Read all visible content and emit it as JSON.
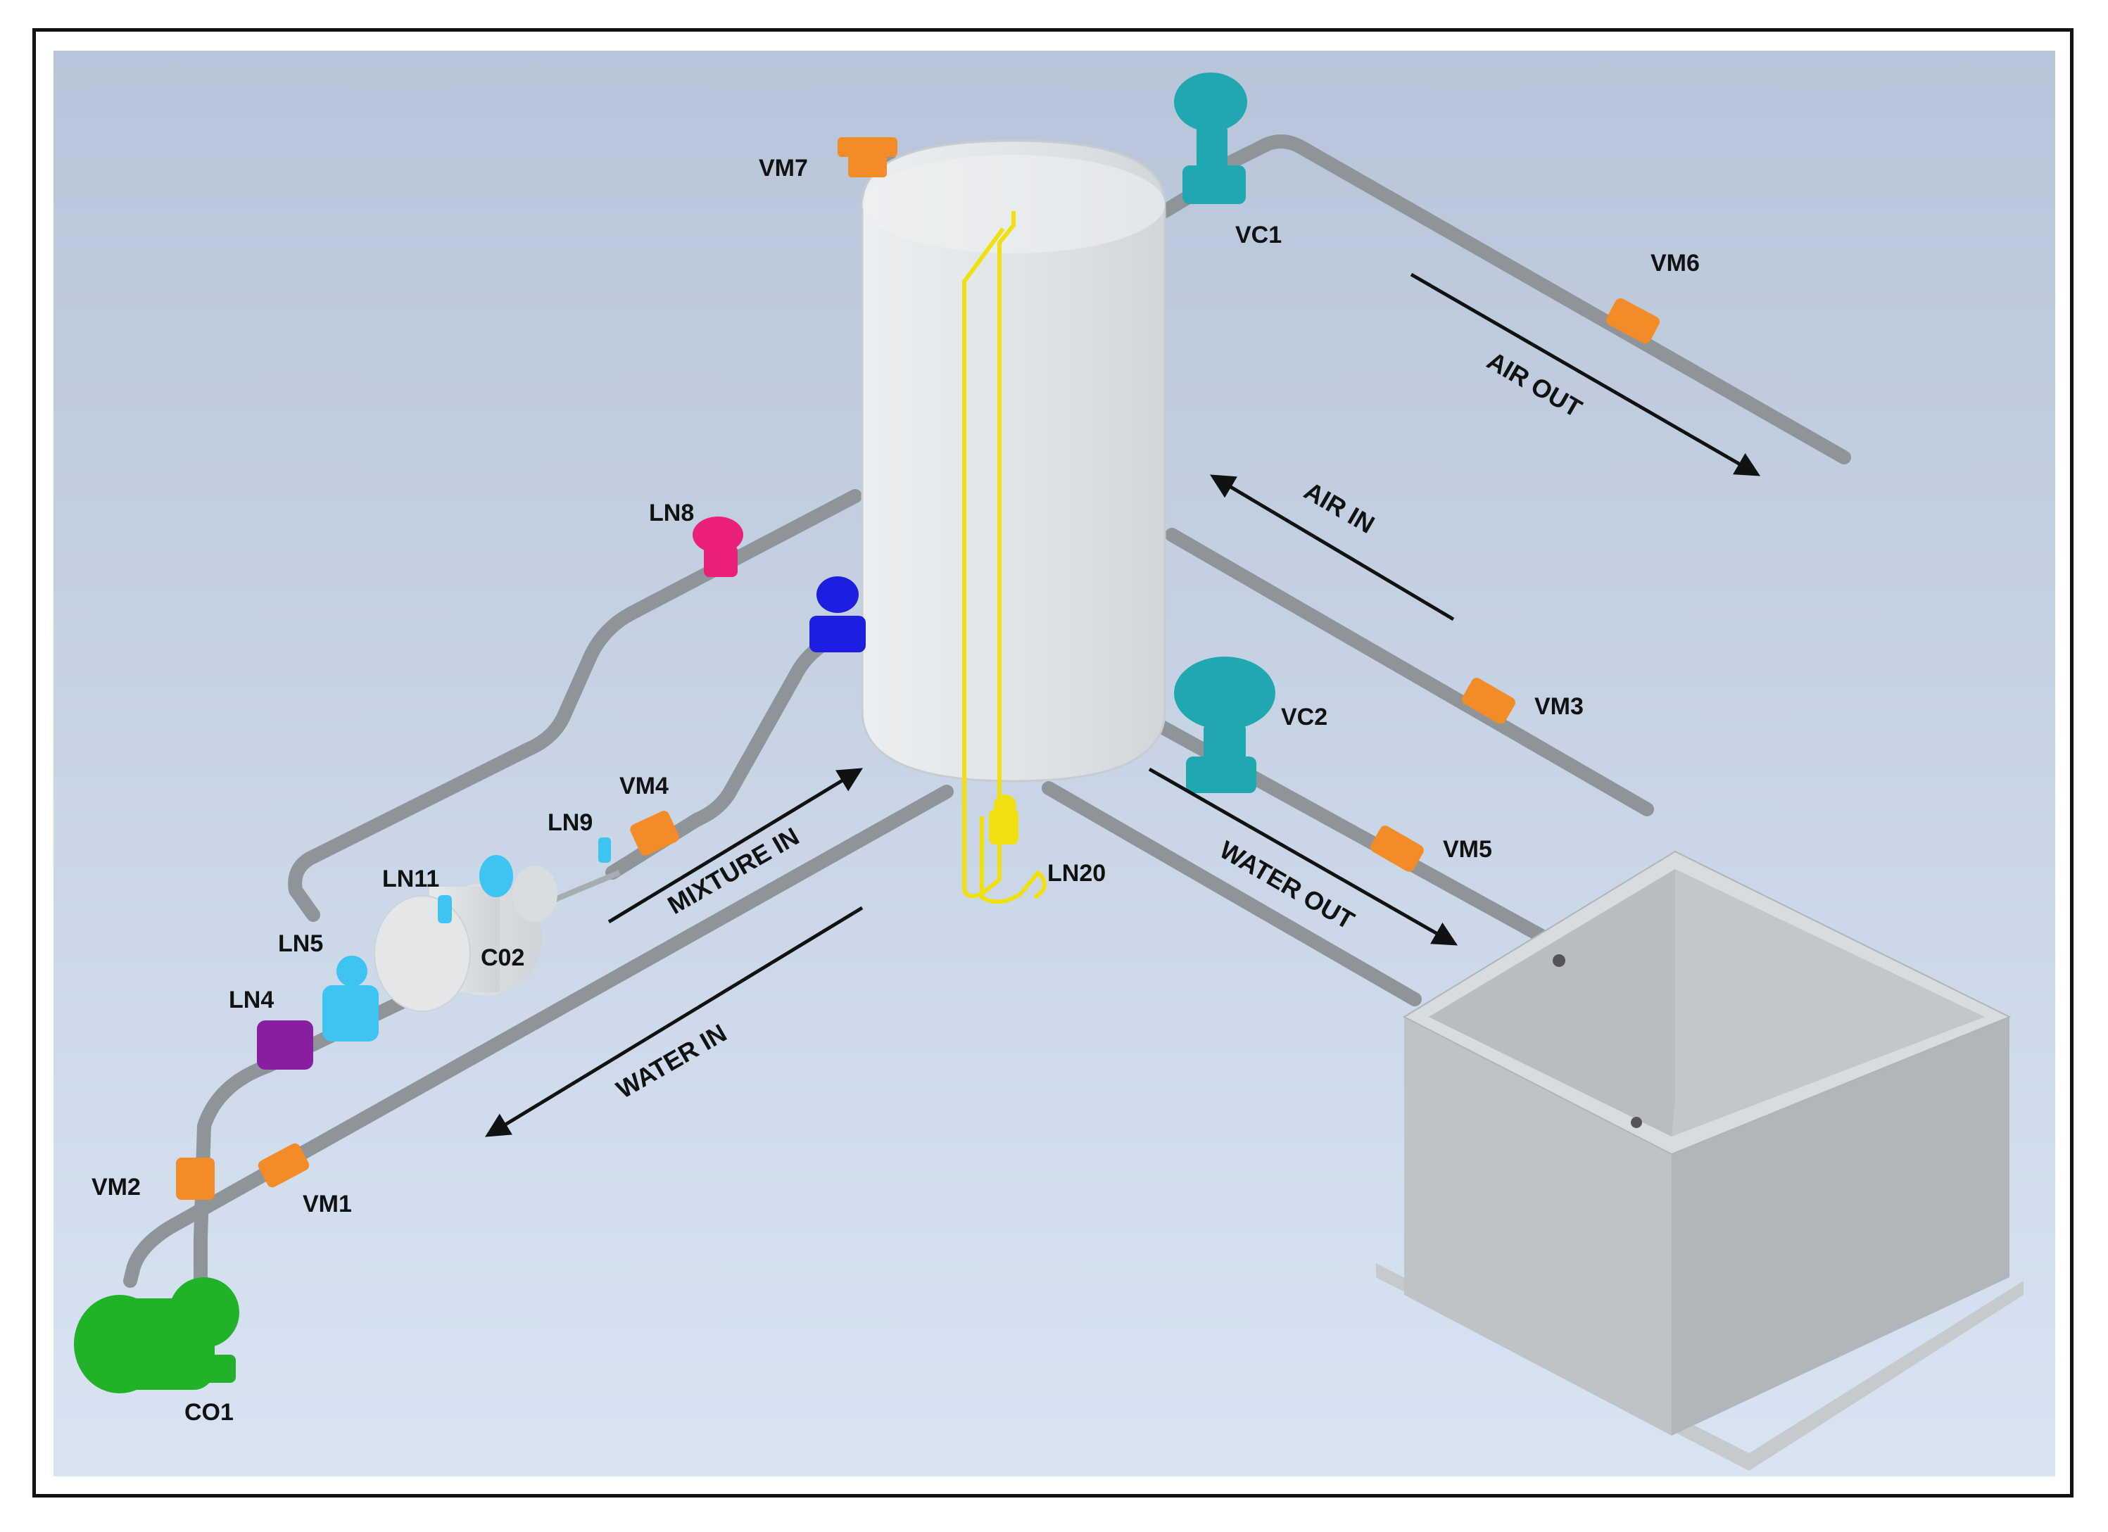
{
  "diagram": {
    "labels": {
      "vm7": "VM7",
      "vc1": "VC1",
      "vm6": "VM6",
      "ln8": "LN8",
      "vm3": "VM3",
      "vc2": "VC2",
      "vm5": "VM5",
      "vm4": "VM4",
      "ln9": "LN9",
      "ln11": "LN11",
      "c02": "C02",
      "ln5": "LN5",
      "ln4": "LN4",
      "vm2": "VM2",
      "vm1": "VM1",
      "co1": "CO1",
      "ln20": "LN20"
    },
    "flows": {
      "air_out": "AIR OUT",
      "air_in": "AIR IN",
      "mixture_in": "MIXTURE IN",
      "water_in": "WATER IN",
      "water_out": "WATER OUT"
    },
    "colors": {
      "background": "#c9d6e6",
      "pipe": "#8f9499",
      "tank": "#dfe2e5",
      "manual_valve": "#f28c28",
      "control_valve": "#20a8b0",
      "pump": "#22b22a",
      "ln8": "#e8207a",
      "ln_blue": "#1c1ee0",
      "ln_cyan": "#3ec4f0",
      "ln4": "#8a1ea0",
      "ln20": "#f0e010",
      "reservoir": "#c3c6c8"
    }
  }
}
